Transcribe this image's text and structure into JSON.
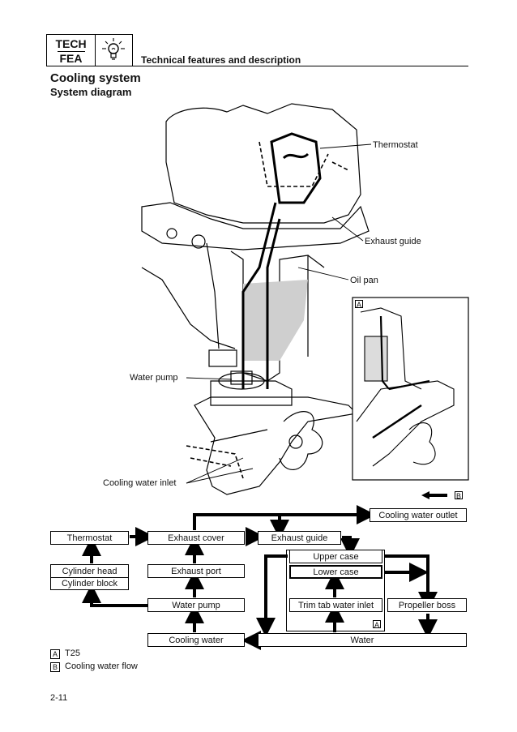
{
  "header": {
    "tech_line1": "TECH",
    "tech_line2": "FEA",
    "section_title": "Technical features and description",
    "icon": "lightbulb-icon"
  },
  "page_title": "Cooling system",
  "page_subtitle": "System diagram",
  "diagram_labels": {
    "thermostat": "Thermostat",
    "exhaust_guide": "Exhaust guide",
    "oil_pan": "Oil pan",
    "water_pump": "Water pump",
    "cooling_water_inlet": "Cooling water inlet",
    "inset_marker": "A",
    "flow_marker": "B"
  },
  "flow": {
    "cooling_water_outlet": "Cooling water outlet",
    "thermostat": "Thermostat",
    "exhaust_cover": "Exhaust cover",
    "exhaust_guide": "Exhaust guide",
    "upper_case": "Upper case",
    "lower_case": "Lower case",
    "cylinder_head": "Cylinder head",
    "cylinder_block": "Cylinder block",
    "exhaust_port": "Exhaust port",
    "water_pump": "Water pump",
    "trim_tab_water_inlet": "Trim tab water inlet",
    "propeller_boss": "Propeller boss",
    "cooling_water": "Cooling water",
    "water": "Water",
    "area_marker": "A"
  },
  "legend": [
    {
      "marker": "A",
      "text": "T25"
    },
    {
      "marker": "B",
      "text": "Cooling water flow"
    }
  ],
  "page_number": "2-11"
}
